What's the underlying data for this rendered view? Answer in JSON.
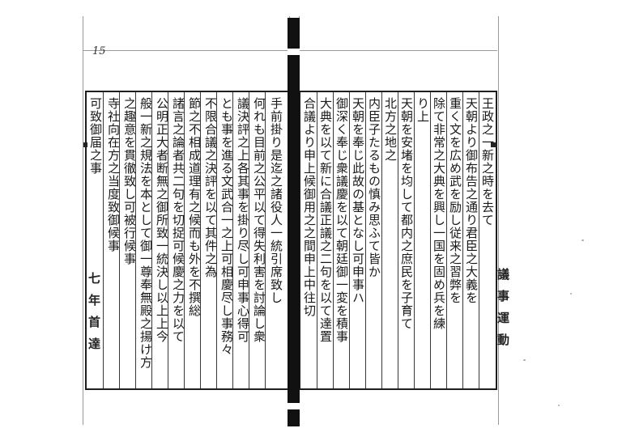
{
  "folio": "15",
  "left_page": {
    "side_label": "七年首達",
    "columns": [
      "手前掛り是迄之諸役人一統引席致し",
      "何れも目前之公平以て得失利害を討論し衆",
      "議決評之上各其事を掛り尽し可申事心得可",
      "とも事を進る文武合一之上可相慶尽し事務々",
      "不限合議之決評を以て其件之為",
      "節之不相成道理有之候而も外を不撰総",
      "諸言之論者共二句を切捉可候慶之力を以て",
      "公明正大者断無之御所致一統決し以上上今",
      "般一新之規法を本として御一尊奉無殿之揚け方",
      "之趣意を貫徹致し可被行候事",
      "寺社向在方之当度致御候事",
      "可致御届之事"
    ]
  },
  "right_page": {
    "side_label": "議事運動",
    "columns": [
      "王政之一新之時を去て",
      "天朝より御布告之通り君臣之大義を",
      "重く文を広め武を励し従来之習弊を",
      "除て非常之大典を興し一国を固め兵を練",
      "り上",
      "天朝を安堵を均して都内之庶民を子育て",
      "北方之地之",
      "内臣子たるもの慎み思ふて皆か",
      "天朝を奉じ此故の基となし可申事ハ",
      "御深く奉じ衆議慶を以て朝廷御一変を積事",
      "大典を以て新に合議正議之二句を以て達置",
      "合議より申上候御用之之間申上中往切"
    ]
  }
}
